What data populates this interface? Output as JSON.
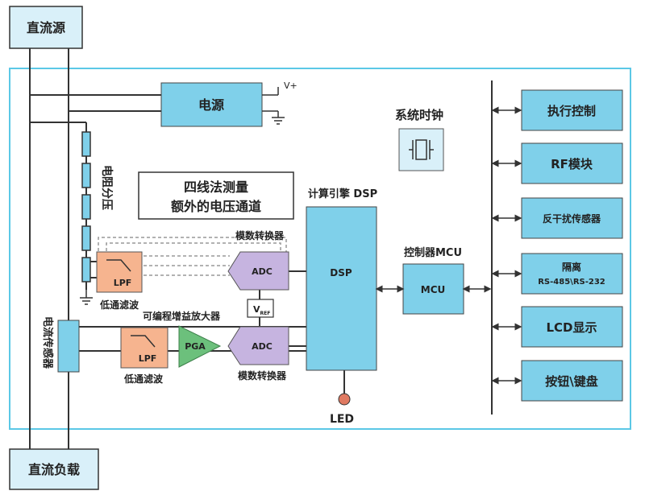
{
  "blocks": {
    "dc_source": "直流源",
    "dc_load": "直流负载",
    "power": "电源",
    "vplus": "V+",
    "system_clock": "系统时钟",
    "resistor_divider": "电阻分压",
    "four_wire_line1": "四线法测量",
    "four_wire_line2": "额外的电压通道",
    "compute_engine": "计算引擎 DSP",
    "dsp": "DSP",
    "controller": "控制器MCU",
    "mcu": "MCU",
    "adc_label_top": "模数转换器",
    "adc_label_bottom": "模数转换器",
    "adc": "ADC",
    "adc2": "ADC",
    "lpf": "LPF",
    "lpf2": "LPF",
    "pga": "PGA",
    "lowpass_top": "低通滤波",
    "lowpass_bottom": "低通滤波",
    "pga_label": "可编程增益放大器",
    "vref_main": "V",
    "vref_sub": "REF",
    "current_sensor": "电流传感器",
    "led": "LED"
  },
  "peripherals": [
    {
      "line1": "执行控制",
      "line2": ""
    },
    {
      "line1": "RF模块",
      "line2": ""
    },
    {
      "line1": "反干扰传感器",
      "line2": ""
    },
    {
      "line1": "隔离",
      "line2": "RS-485\\RS-232"
    },
    {
      "line1": "LCD显示",
      "line2": ""
    },
    {
      "line1": "按钮\\键盘",
      "line2": ""
    }
  ]
}
